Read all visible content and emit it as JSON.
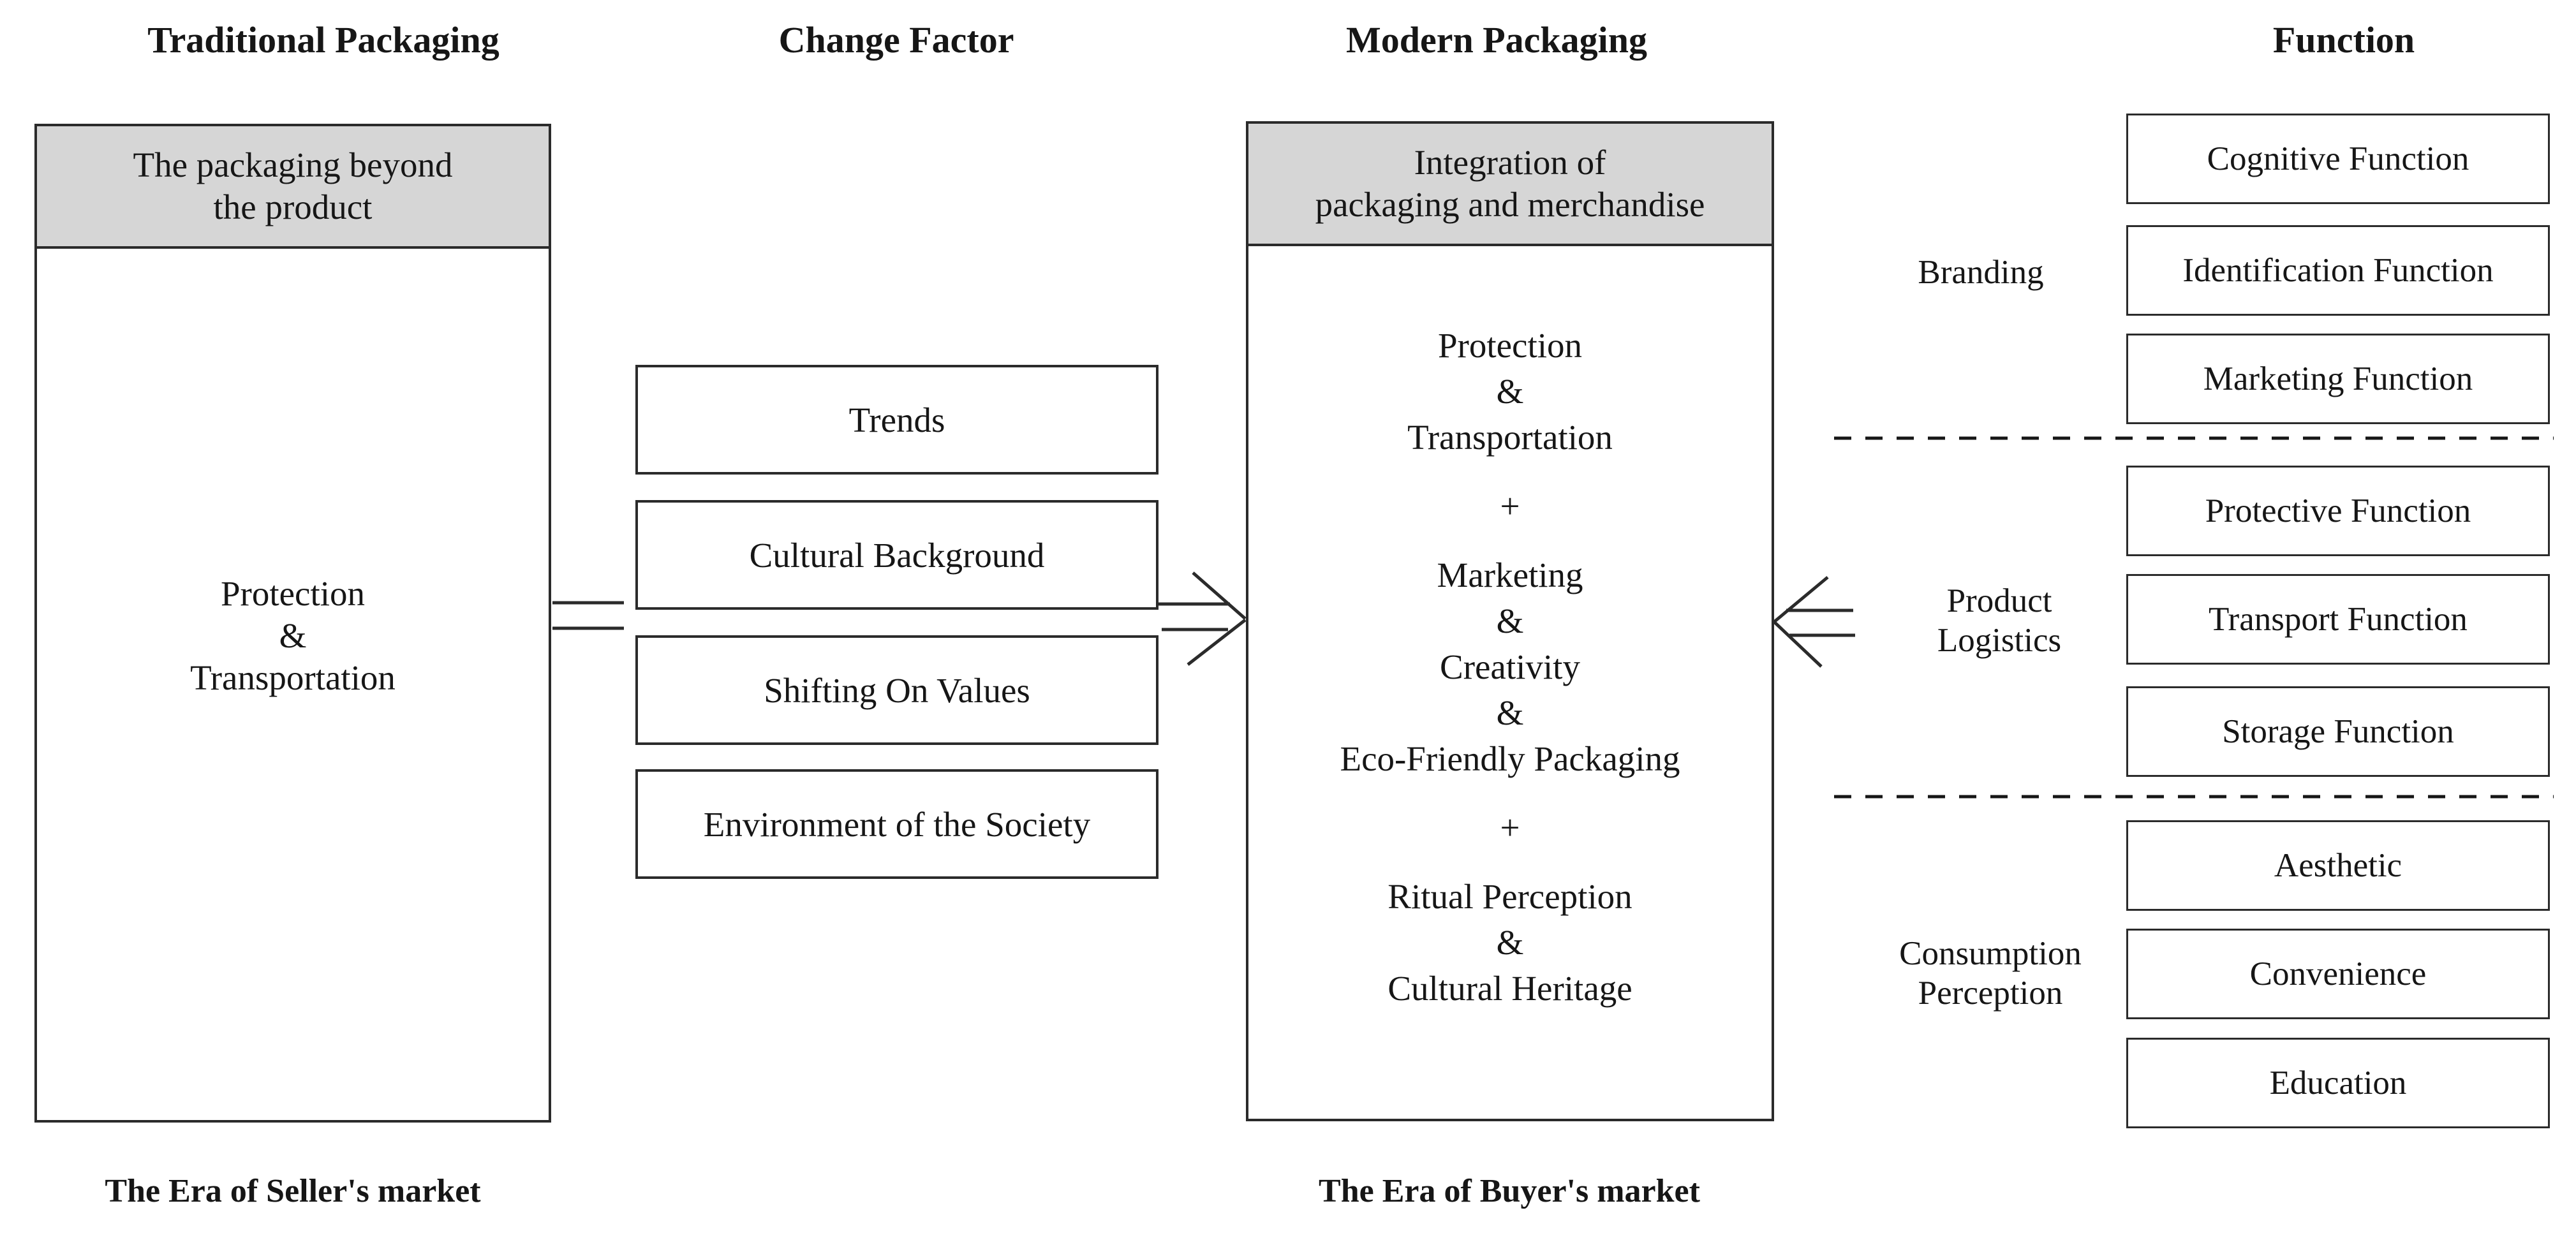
{
  "headers": {
    "traditional": "Traditional Packaging",
    "change": "Change Factor",
    "modern": "Modern Packaging",
    "function": "Function"
  },
  "traditional_box": {
    "title_line1": "The packaging beyond",
    "title_line2": "the product",
    "body_lines": [
      "Protection",
      "&",
      "Transportation"
    ],
    "era_label": "The Era of Seller's market"
  },
  "change_factors": [
    "Trends",
    "Cultural Background",
    "Shifting On Values",
    "Environment of the Society"
  ],
  "modern_box": {
    "title_line1": "Integration of",
    "title_line2": "packaging and merchandise",
    "content_lines": [
      "Protection",
      "&",
      "Transportation",
      "+",
      "Marketing",
      "&",
      "Creativity",
      "&",
      "Eco-Friendly Packaging",
      "+",
      "Ritual Perception",
      "&",
      "Cultural Heritage"
    ],
    "era_label": "The Era of Buyer's market"
  },
  "function_groups": [
    {
      "label_line1": "Branding",
      "label_line2": "",
      "items": [
        "Cognitive Function",
        "Identification Function",
        "Marketing Function"
      ]
    },
    {
      "label_line1": "Product",
      "label_line2": "Logistics",
      "items": [
        "Protective Function",
        "Transport Function",
        "Storage Function"
      ]
    },
    {
      "label_line1": "Consumption",
      "label_line2": "Perception",
      "items": [
        "Aesthetic",
        "Convenience",
        "Education"
      ]
    }
  ],
  "colors": {
    "header_fill": "#d6d6d6",
    "border": "#2b2b2b",
    "text": "#161616",
    "background": "#ffffff"
  }
}
